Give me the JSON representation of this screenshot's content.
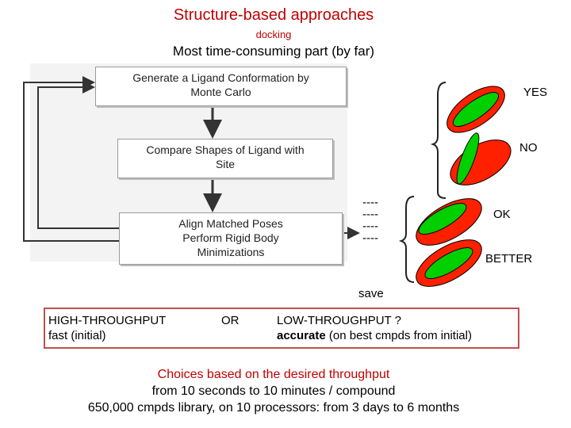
{
  "title": "Structure-based approaches",
  "subtitle": "docking",
  "headline": "Most time-consuming part (by far)",
  "flow": {
    "step1": [
      "Generate a Ligand Conformation by",
      "Monte Carlo"
    ],
    "step2": [
      "Compare Shapes of Ligand with",
      "Site"
    ],
    "step3": [
      "Align Matched Poses",
      "Perform Rigid Body",
      "Minimizations"
    ],
    "dashes": [
      "----",
      "----",
      "----",
      "----"
    ],
    "save": "save"
  },
  "poses": {
    "yes": "YES",
    "no": "NO",
    "ok": "OK",
    "better": "BETTER"
  },
  "choices": {
    "high_title": "HIGH-THROUGHPUT",
    "high_desc": "fast (initial)",
    "or": "OR",
    "low_title": "LOW-THROUGHPUT ?",
    "low_word": "accurate",
    "low_rest": " (on best cmpds from initial)"
  },
  "footer": [
    "Choices based on the desired throughput",
    "from 10 seconds to 10 minutes / compound",
    "650,000 cmpds library, on 10 processors: from 3 days to 6 months"
  ],
  "colors": {
    "title": "#c00000",
    "footer_first": "#c00000",
    "green": "#00d000",
    "red": "#ff2000",
    "choice_border": "#c0504d"
  }
}
